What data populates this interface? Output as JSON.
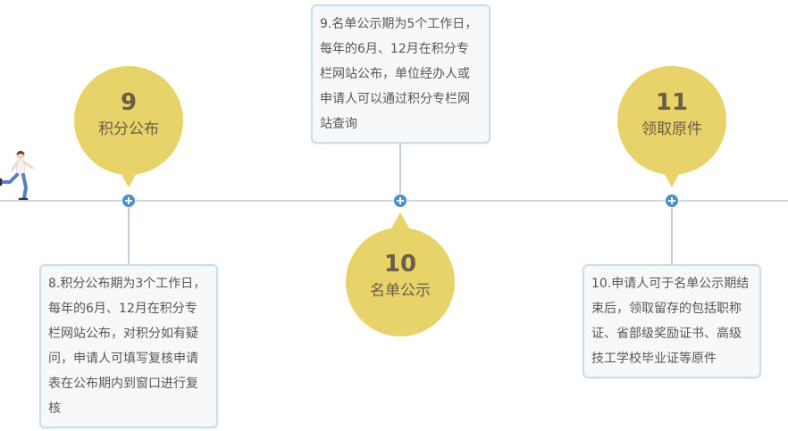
{
  "milestones": [
    {
      "number": "9",
      "title": "积分公布"
    },
    {
      "number": "10",
      "title": "名单公示"
    },
    {
      "number": "11",
      "title": "领取原件"
    }
  ],
  "cards": [
    {
      "lines": [
        "9.名单公示期为5个工作日，",
        "每年的6月、12月在积分专",
        "栏网站公布，单位经办人或",
        "申请人可以通过积分专栏网",
        "站查询"
      ]
    },
    {
      "lines": [
        "8.积分公布期为3个工作日，",
        "每年的6月、12月在积分专",
        "栏网站公布，对积分如有疑",
        "问，申请人可填写复核申请",
        "表在公布期内到窗口进行复",
        "核"
      ]
    },
    {
      "lines": [
        "10.申请人可于名单公示期结",
        "束后，领取留存的包括职称",
        "证、省部级奖励证书、高级",
        "技工学校毕业证等原件"
      ]
    }
  ],
  "colors": {
    "bubble": "#e8d36a",
    "node": "#4a8fd0",
    "card_border": "#c9ddee",
    "timeline": "#cfd6dc"
  }
}
